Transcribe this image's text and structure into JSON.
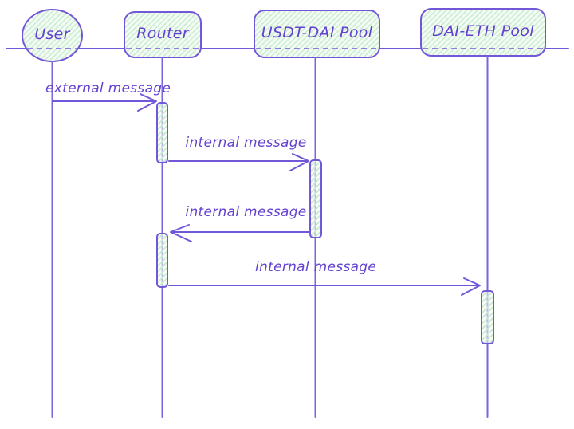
{
  "diagram": {
    "kind": "sequence-diagram",
    "style": "hand-drawn"
  },
  "participants": [
    {
      "id": "user",
      "label": "User",
      "shape": "ellipse"
    },
    {
      "id": "router",
      "label": "Router",
      "shape": "rect"
    },
    {
      "id": "usdt-dai",
      "label": "USDT-DAI Pool",
      "shape": "rect"
    },
    {
      "id": "dai-eth",
      "label": "DAI-ETH Pool",
      "shape": "rect"
    }
  ],
  "messages": [
    {
      "label": "external message",
      "from": "User",
      "to": "Router",
      "direction": "right"
    },
    {
      "label": "internal message",
      "from": "Router",
      "to": "USDT-DAI Pool",
      "direction": "right"
    },
    {
      "label": "internal message",
      "from": "USDT-DAI Pool",
      "to": "Router",
      "direction": "left"
    },
    {
      "label": "internal message",
      "from": "Router",
      "to": "DAI-ETH Pool",
      "direction": "right"
    }
  ],
  "colors": {
    "accent_stroke": "#7257d9",
    "text": "#6342cf",
    "hachure_green": "#c7ecce",
    "shape_bg": "#f5fcf6"
  }
}
